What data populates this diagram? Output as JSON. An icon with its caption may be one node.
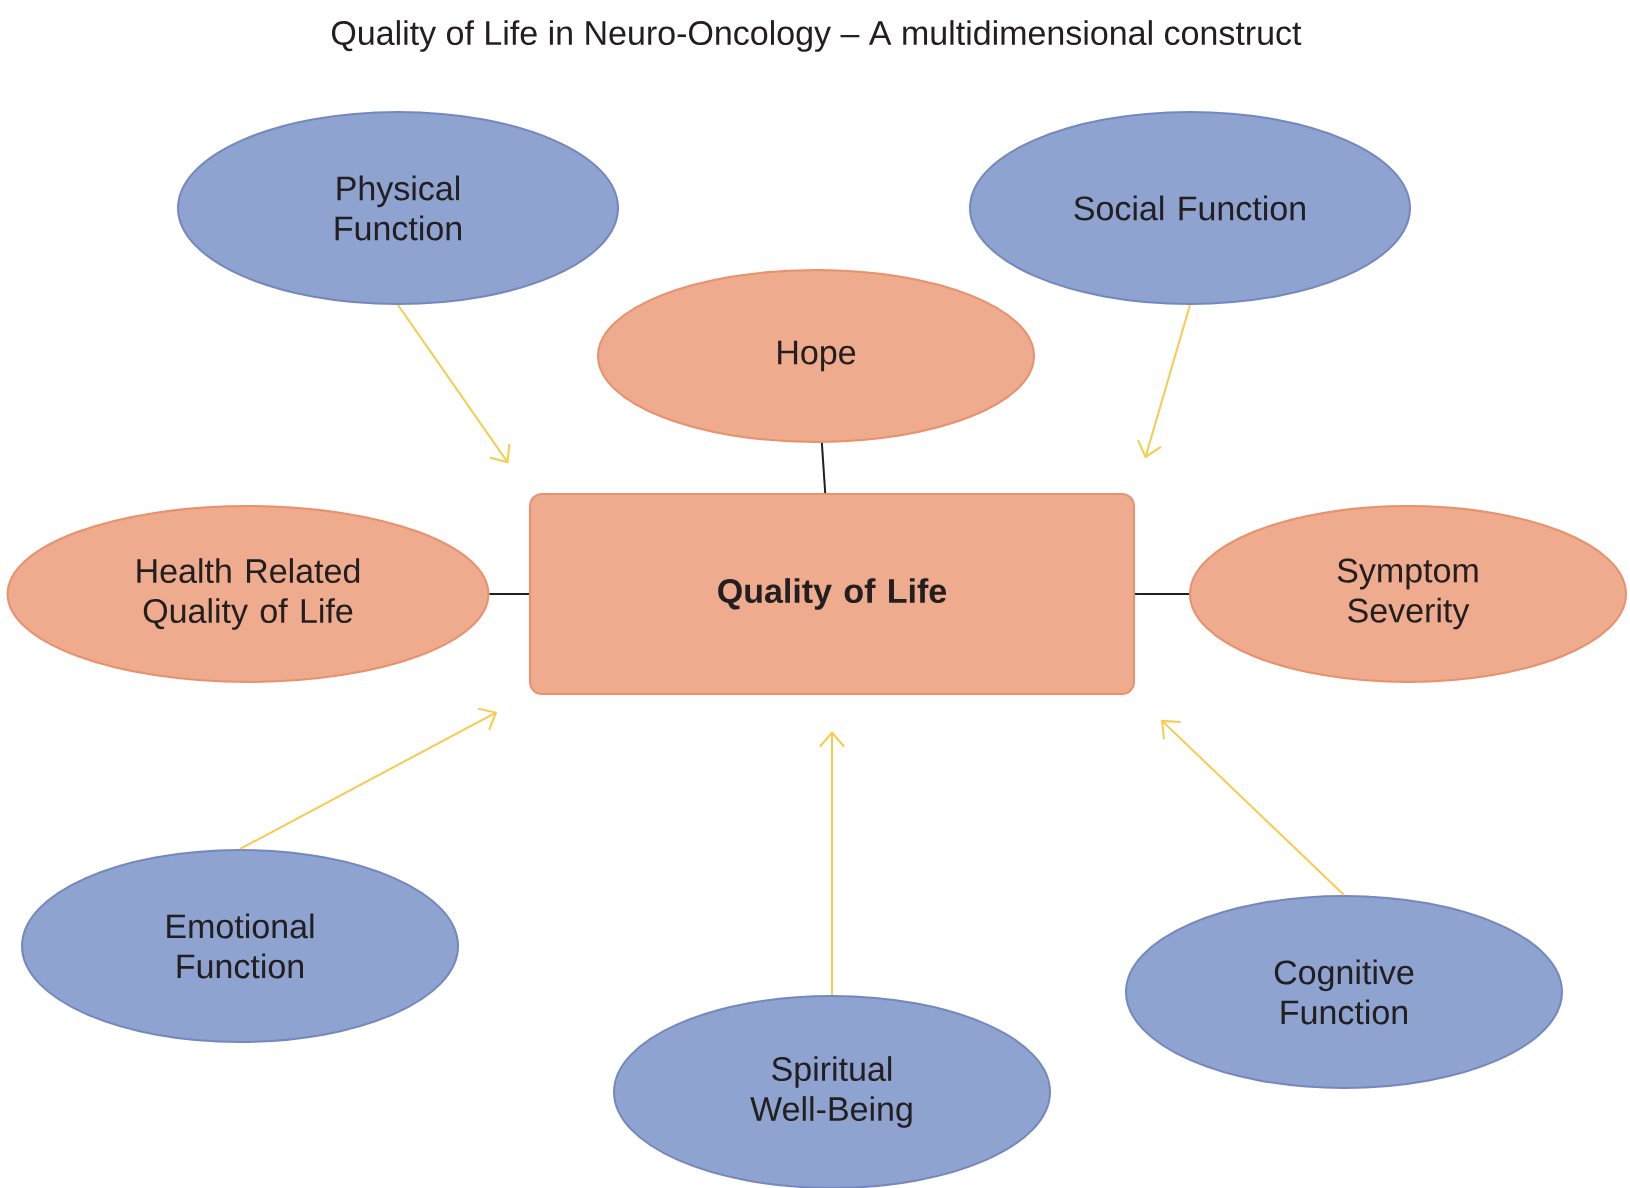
{
  "diagram": {
    "title": "Quality of Life in Neuro-Oncology – A multidimensional construct",
    "nodes": [
      {
        "text": [
          "Physical Function"
        ]
      },
      {
        "text": [
          "Social Function"
        ]
      },
      {
        "text": [
          "Hope"
        ]
      },
      {
        "text": [
          "Health Related Quality of Life"
        ]
      },
      {
        "text": [
          "Quality of Life"
        ]
      },
      {
        "text": [
          "Symptom Severity"
        ]
      },
      {
        "text": [
          "Emotional Function"
        ]
      },
      {
        "text": [
          "Cognitive Function"
        ]
      },
      {
        "text": [
          "Spiritual Well-Being"
        ]
      }
    ],
    "edges": [
      {
        "from": 0,
        "to": 4,
        "arrow": "to"
      },
      {
        "from": 1,
        "to": 4,
        "arrow": "to"
      },
      {
        "from": 2,
        "to": 4,
        "arrow": "none",
        "color": "#231f20"
      },
      {
        "from": 3,
        "to": 4,
        "arrow": "none",
        "color": "#231f20"
      },
      {
        "from": 5,
        "to": 4,
        "arrow": "none",
        "color": "#231f20"
      },
      {
        "from": 6,
        "to": 4,
        "arrow": "to"
      },
      {
        "from": 7,
        "to": 4,
        "arrow": "to"
      },
      {
        "from": 8,
        "to": 4,
        "arrow": "to"
      }
    ]
  }
}
